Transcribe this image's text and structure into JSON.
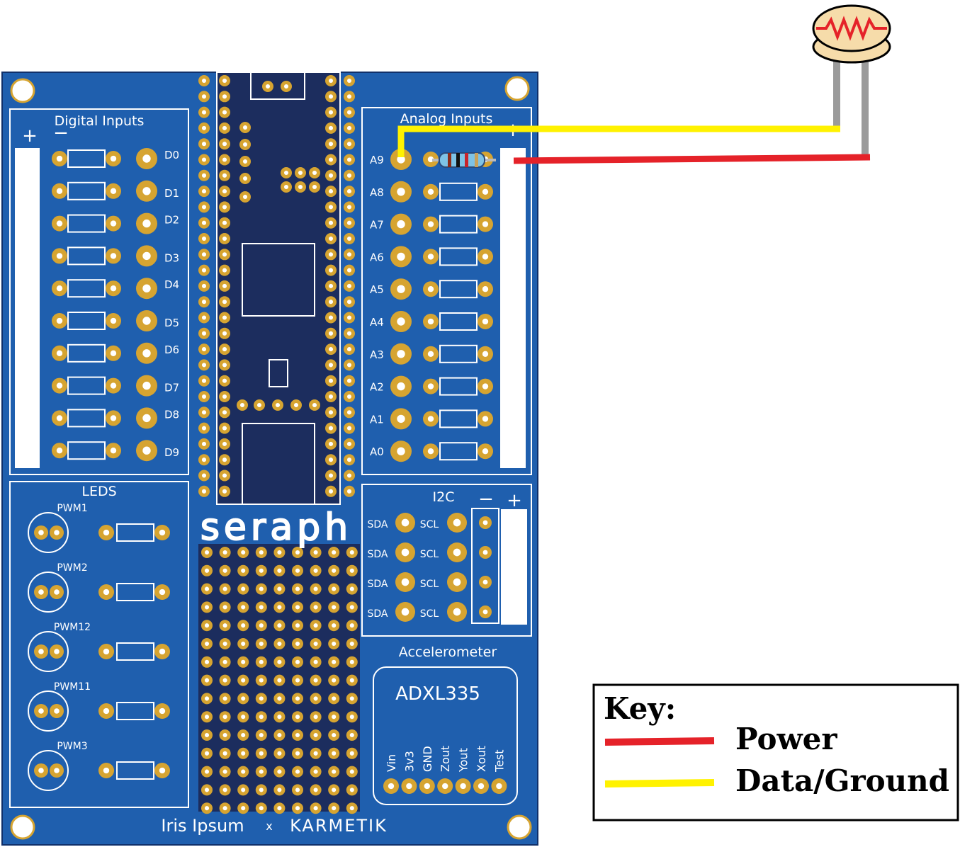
{
  "board": {
    "digital_title": "Digital Inputs",
    "digital_plus": "+",
    "digital_minus": "−",
    "digital_labels": [
      "D0",
      "D1",
      "D2",
      "D3",
      "D4",
      "D5",
      "D6",
      "D7",
      "D8",
      "D9"
    ],
    "analog_title": "Analog Inputs",
    "analog_plus": "+",
    "analog_labels": [
      "A9",
      "A8",
      "A7",
      "A6",
      "A5",
      "A4",
      "A3",
      "A2",
      "A1",
      "A0"
    ],
    "leds_title": "LEDS",
    "led_labels": [
      "PWM1",
      "PWM2",
      "PWM12",
      "PWM11",
      "PWM3"
    ],
    "i2c_title": "I2C",
    "i2c_minus": "−",
    "i2c_plus": "+",
    "sda_label": "SDA",
    "scl_label": "SCL",
    "accel_title": "Accelerometer",
    "accel_chip": "ADXL335",
    "accel_pins": [
      "Vin",
      "3v3",
      "GND",
      "Zout",
      "Yout",
      "Xout",
      "Test"
    ],
    "logo": "seraph",
    "footer_left": "Iris Ipsum",
    "footer_x": "x",
    "footer_right": "KARMETIK"
  },
  "key": {
    "title": "Key:",
    "items": [
      {
        "label": "Power",
        "color": "#e52229"
      },
      {
        "label": "Data/Ground",
        "color": "#fff200"
      }
    ]
  },
  "colors": {
    "board_blue": "#1f5fae",
    "board_dark": "#1c2d5e",
    "pad_gold": "#d6a431",
    "wire_grey": "#9b9b9b"
  }
}
